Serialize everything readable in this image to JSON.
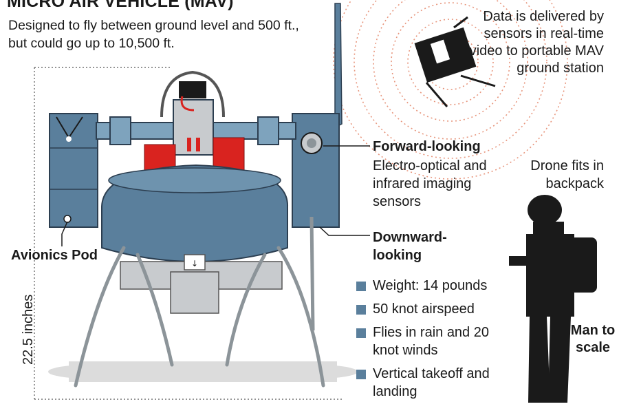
{
  "header": {
    "title": "MICRO AIR VEHICLE (MAV)",
    "subtitle": "Designed to fly between ground level and 500 ft., but could go up to 10,500 ft."
  },
  "callouts": {
    "data_delivery": "Data is delivered by sensors in real-time video to portable MAV ground station",
    "forward_heading": "Forward-looking",
    "forward_body": "Electro-optical and infrared imaging sensors",
    "backpack": "Drone fits in backpack",
    "downward_heading": "Downward-looking",
    "avionics": "Avionics Pod",
    "man_to_scale": "Man to scale",
    "height": "22.5 inches"
  },
  "specs": [
    "Weight: 14 pounds",
    "50 knot airspeed",
    "Flies in rain and 20 knot winds",
    "Vertical takeoff and landing"
  ],
  "colors": {
    "body_blue": "#5a7f9c",
    "engine_red": "#d9231f",
    "pod_grey": "#c8cbce",
    "signal_arcs": "#e58a6e"
  }
}
